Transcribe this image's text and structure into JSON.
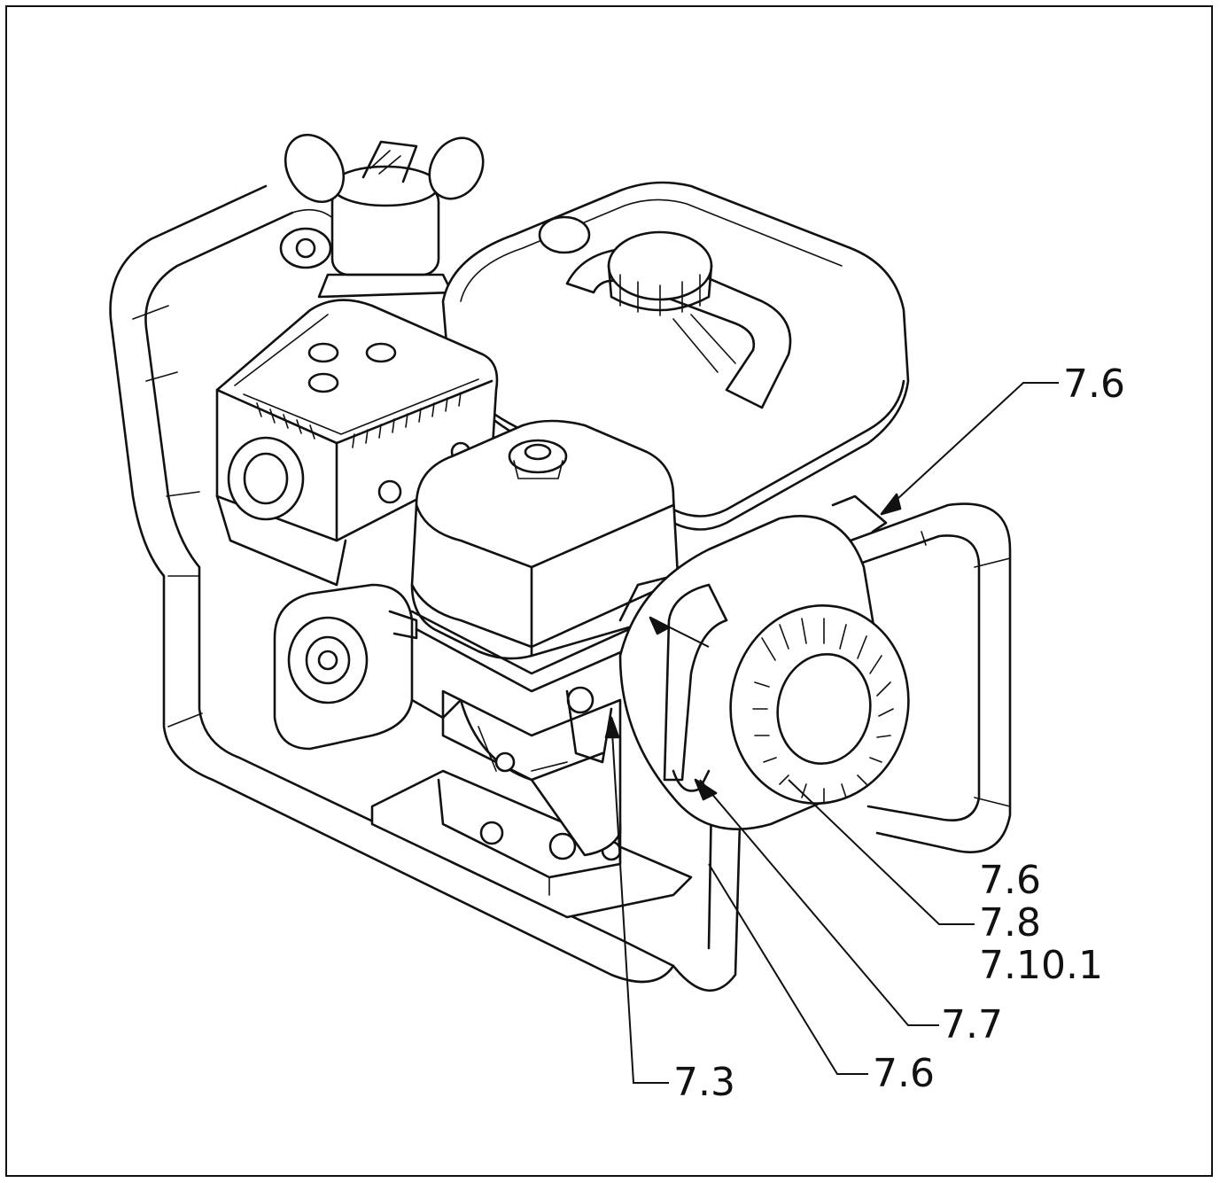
{
  "diagram": {
    "subject": "engine-driven portable pump assembly line drawing",
    "callouts": {
      "c1": "7.6",
      "c2": "7.6",
      "c3": "7.8",
      "c4": "7.10.1",
      "c5": "7.7",
      "c6": "7.6",
      "c7": "7.3"
    }
  }
}
